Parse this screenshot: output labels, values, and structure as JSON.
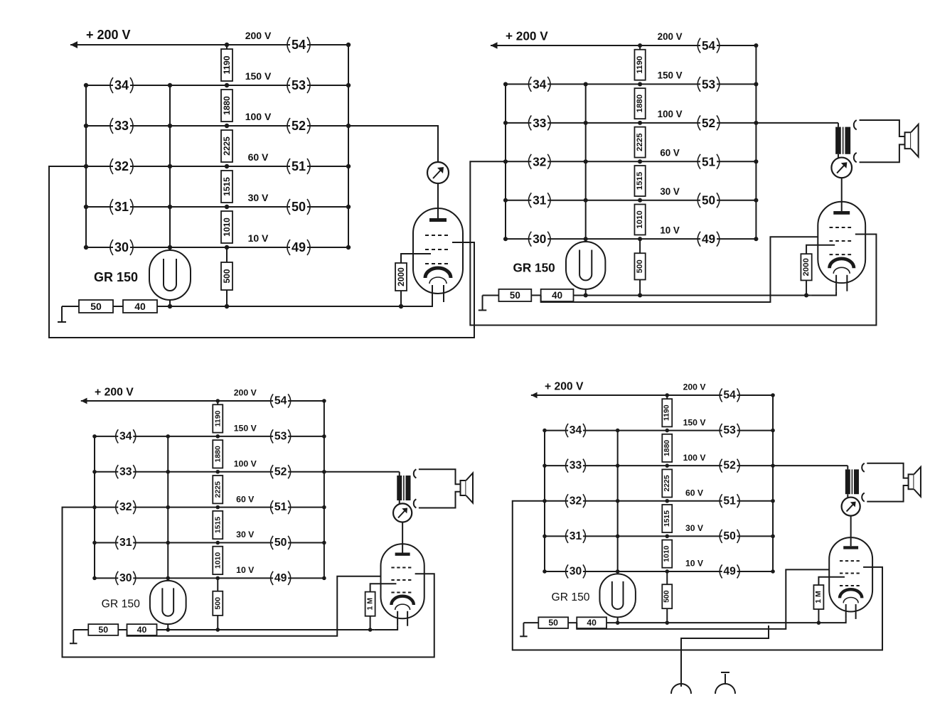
{
  "diagrams": [
    {
      "supply_label": "+ 200 V",
      "taps": [
        {
          "voltage": "200 V",
          "terminal": "54"
        },
        {
          "voltage": "150 V",
          "terminal": "53"
        },
        {
          "voltage": "100 V",
          "terminal": "52"
        },
        {
          "voltage": "60 V",
          "terminal": "51"
        },
        {
          "voltage": "30 V",
          "terminal": "50"
        },
        {
          "voltage": "10 V",
          "terminal": "49"
        }
      ],
      "left_terminals": [
        "34",
        "33",
        "32",
        "31",
        "30"
      ],
      "divider_resistors": [
        "1190",
        "1880",
        "2225",
        "1515",
        "1010"
      ],
      "bottom_resistor": "500",
      "regulator_label": "GR 150",
      "series_resistors": [
        "50",
        "40"
      ],
      "grid_resistor": "2000"
    },
    {
      "supply_label": "+ 200 V",
      "taps": [
        {
          "voltage": "200 V",
          "terminal": "54"
        },
        {
          "voltage": "150 V",
          "terminal": "53"
        },
        {
          "voltage": "100 V",
          "terminal": "52"
        },
        {
          "voltage": "60 V",
          "terminal": "51"
        },
        {
          "voltage": "30 V",
          "terminal": "50"
        },
        {
          "voltage": "10 V",
          "terminal": "49"
        }
      ],
      "left_terminals": [
        "34",
        "33",
        "32",
        "31",
        "30"
      ],
      "divider_resistors": [
        "1190",
        "1880",
        "2225",
        "1515",
        "1010"
      ],
      "bottom_resistor": "500",
      "regulator_label": "GR 150",
      "series_resistors": [
        "50",
        "40"
      ],
      "grid_resistor": "2000"
    },
    {
      "supply_label": "+ 200 V",
      "taps": [
        {
          "voltage": "200 V",
          "terminal": "54"
        },
        {
          "voltage": "150 V",
          "terminal": "53"
        },
        {
          "voltage": "100 V",
          "terminal": "52"
        },
        {
          "voltage": "60 V",
          "terminal": "51"
        },
        {
          "voltage": "30 V",
          "terminal": "50"
        },
        {
          "voltage": "10 V",
          "terminal": "49"
        }
      ],
      "left_terminals": [
        "34",
        "33",
        "32",
        "31",
        "30"
      ],
      "divider_resistors": [
        "1190",
        "1880",
        "2225",
        "1515",
        "1010"
      ],
      "bottom_resistor": "500",
      "regulator_label": "GR 150",
      "series_resistors": [
        "50",
        "40"
      ],
      "grid_resistor": "1 M"
    },
    {
      "supply_label": "+ 200 V",
      "taps": [
        {
          "voltage": "200 V",
          "terminal": "54"
        },
        {
          "voltage": "150 V",
          "terminal": "53"
        },
        {
          "voltage": "100 V",
          "terminal": "52"
        },
        {
          "voltage": "60 V",
          "terminal": "51"
        },
        {
          "voltage": "30 V",
          "terminal": "50"
        },
        {
          "voltage": "10 V",
          "terminal": "49"
        }
      ],
      "left_terminals": [
        "34",
        "33",
        "32",
        "31",
        "30"
      ],
      "divider_resistors": [
        "1190",
        "1880",
        "2225",
        "1515",
        "1010"
      ],
      "bottom_resistor": "500",
      "regulator_label": "GR 150",
      "series_resistors": [
        "50",
        "40"
      ],
      "grid_resistor": "1 M"
    }
  ]
}
